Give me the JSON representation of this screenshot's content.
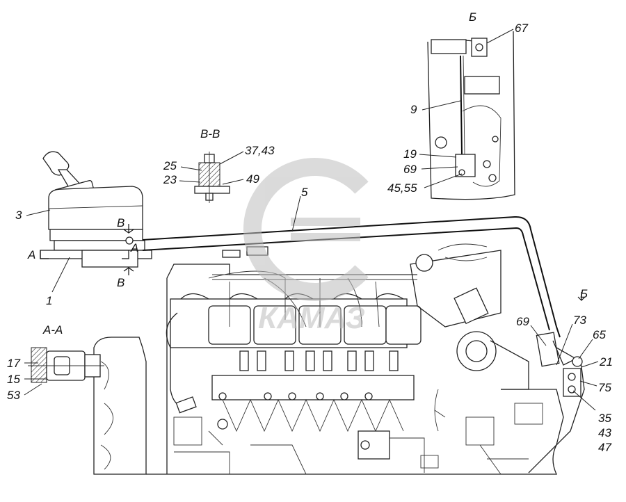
{
  "watermark": {
    "brand_text": "КАМАЗ",
    "color": "#c9c9c9"
  },
  "section_titles": {
    "view_b_top": "Б",
    "section_vv": "В-В",
    "section_aa": "А-А",
    "arrow_b_right": "Б"
  },
  "cut_marks": {
    "a_left": "А",
    "a_right": "А",
    "v_top": "В",
    "v_bottom": "В"
  },
  "callouts": {
    "c67": "67",
    "c9": "9",
    "c19": "19",
    "c69_top": "69",
    "c45_55": "45,55",
    "c37_43": "37,43",
    "c25": "25",
    "c23": "23",
    "c49": "49",
    "c5": "5",
    "c3": "3",
    "c1": "1",
    "c17": "17",
    "c15": "15",
    "c53": "53",
    "c69_right": "69",
    "c73": "73",
    "c65": "65",
    "c21": "21",
    "c75": "75",
    "c35": "35",
    "c43": "43",
    "c47": "47"
  }
}
